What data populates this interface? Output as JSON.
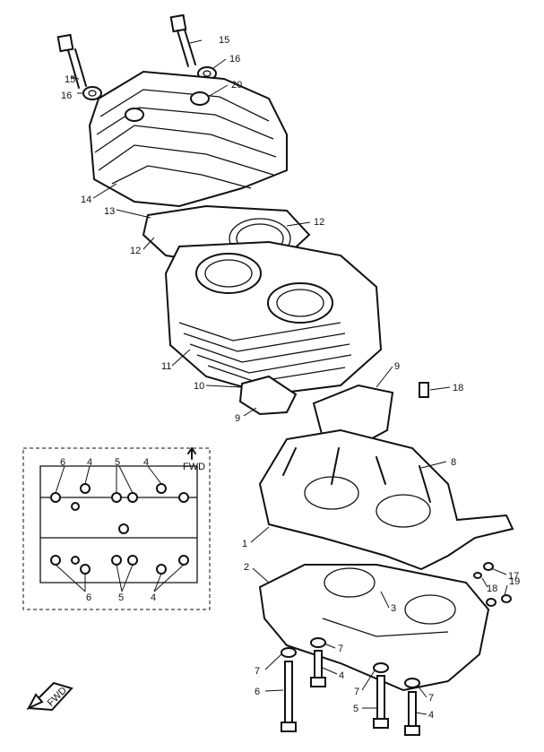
{
  "callouts": {
    "c15a": "15",
    "c15b": "15",
    "c16a": "16",
    "c16b": "16",
    "c20": "20",
    "c14": "14",
    "c13": "13",
    "c12a": "12",
    "c12b": "12",
    "c11": "11",
    "c10": "10",
    "c9a": "9",
    "c9b": "9",
    "c18a": "18",
    "c8": "8",
    "c1": "1",
    "c2": "2",
    "c3": "3",
    "c17": "17",
    "c18b": "18",
    "c19": "19",
    "c7a": "7",
    "c7b": "7",
    "c7c": "7",
    "c7d": "7",
    "c6": "6",
    "c4a": "4",
    "c4b": "4",
    "c5": "5"
  },
  "inset": {
    "fwd": "FWD",
    "n6a": "6",
    "n4a": "4",
    "n5a": "5",
    "n4b": "4",
    "n6b": "6",
    "n5b": "5",
    "n4c": "4"
  },
  "arrow_label": "FWD"
}
